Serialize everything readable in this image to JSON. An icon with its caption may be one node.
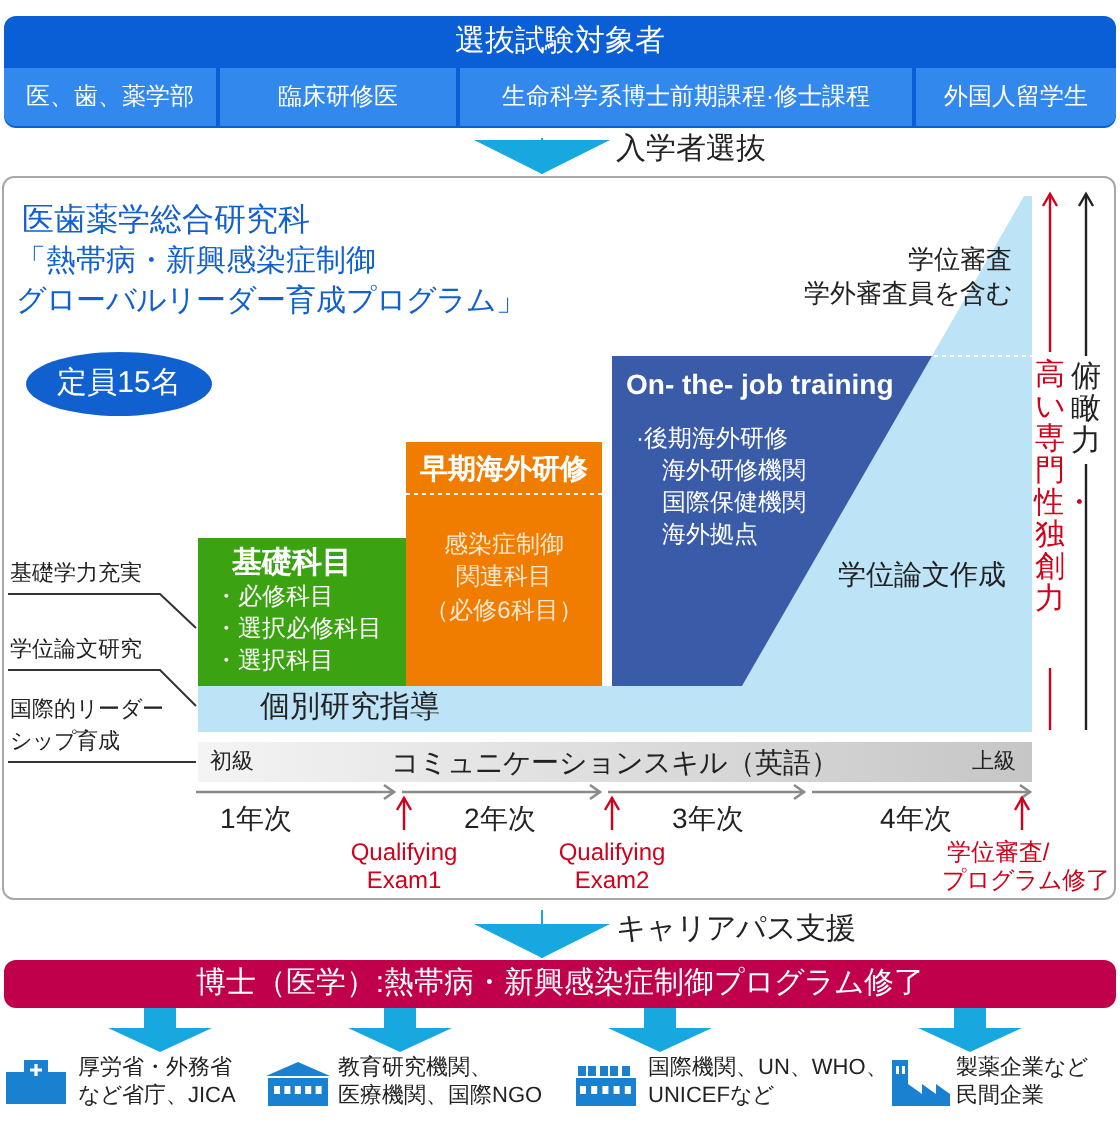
{
  "diagram": {
    "nodes": [
      {
        "text": [
          "選抜試験対象者"
        ]
      },
      {
        "text": [
          "医、歯、薬学部"
        ],
        "in": 0
      },
      {
        "text": [
          "臨床研修医"
        ],
        "in": 0
      },
      {
        "text": [
          "生命科学系博士前期課程·修士課程"
        ],
        "in": 0
      },
      {
        "text": [
          "外国人留学生"
        ],
        "in": 0
      },
      {
        "text": [
          "医歯薬学総合研究科",
          "「熱帯病・新興感染症制御グローバルリーダー育成プログラム」"
        ]
      },
      {
        "text": [
          "定員15名"
        ],
        "in": 5
      },
      {
        "text": [
          "基礎学力充実"
        ],
        "in": 5
      },
      {
        "text": [
          "学位論文研究"
        ],
        "in": 5
      },
      {
        "text": [
          "国際的リーダーシップ育成"
        ],
        "in": 5
      },
      {
        "text": [
          "学位審査",
          "学外審査員を含む",
          "学位論文作成",
          "個別研究指導"
        ],
        "in": 5
      },
      {
        "text": [
          "基礎科目",
          "・必修科目",
          "・選択必修科目",
          "・選択科目"
        ],
        "in": 5
      },
      {
        "text": [
          "早期海外研修",
          "感染症制御関連科目",
          "（必修6科目）"
        ],
        "in": 5
      },
      {
        "text": [
          "On- the- job training",
          "·後期海外研修",
          "海外研修機関",
          "国際保健機関",
          "海外拠点"
        ],
        "in": 5
      },
      {
        "text": [
          "初級",
          "コミュニケーションスキル（英語）",
          "上級"
        ],
        "in": 5
      },
      {
        "text": [
          "博士（医学）:熱帯病・新興感染症制御プログラム修了"
        ]
      },
      {
        "text": [
          "厚労省・外務省など省庁、JICA"
        ]
      },
      {
        "text": [
          "教育研究機関、医療機関、国際NGO"
        ]
      },
      {
        "text": [
          "国際機関、UN、WHO、UNICEFなど"
        ]
      },
      {
        "text": [
          "製薬企業など民間企業"
        ]
      }
    ],
    "edges": [
      {
        "from": 0,
        "to": 5,
        "arrow": "to",
        "label": "入学者選抜"
      },
      {
        "from": 5,
        "to": 15,
        "arrow": "to",
        "label": "キャリアパス支援"
      },
      {
        "from": 15,
        "to": 16,
        "arrow": "to",
        "style": "thick"
      },
      {
        "from": 15,
        "to": 17,
        "arrow": "to",
        "style": "thick"
      },
      {
        "from": 15,
        "to": 18,
        "arrow": "to",
        "style": "thick"
      },
      {
        "from": 15,
        "to": 19,
        "arrow": "to",
        "style": "thick"
      },
      {
        "from": 7,
        "to": 11,
        "arrow": "none",
        "color": "#333333"
      },
      {
        "from": 8,
        "to": 10,
        "arrow": "none",
        "color": "#333333"
      },
      {
        "from": 9,
        "to": 14,
        "arrow": "none",
        "color": "#333333"
      }
    ],
    "labels": [
      "高い専門性・独創力",
      "俯瞰力",
      "1年次",
      "2年次",
      "3年次",
      "4年次",
      "Qualifying Exam1",
      "Qualifying Exam2",
      "学位審査/プログラム修了"
    ]
  }
}
